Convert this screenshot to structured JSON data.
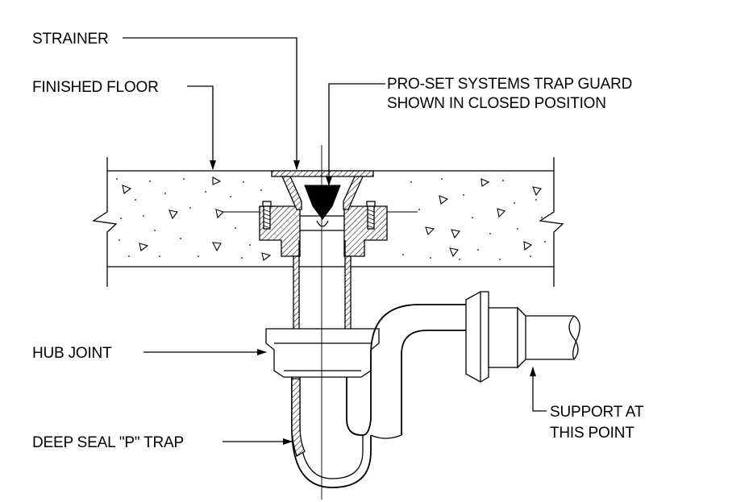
{
  "diagram": {
    "labels": {
      "strainer": "STRAINER",
      "finished_floor": "FINISHED FLOOR",
      "trap_guard_line1": "PRO-SET SYSTEMS TRAP GUARD",
      "trap_guard_line2": "SHOWN IN CLOSED POSITION",
      "hub_joint": "HUB JOINT",
      "p_trap": "DEEP SEAL \"P\" TRAP",
      "support_line1": "SUPPORT AT",
      "support_line2": "THIS POINT"
    }
  }
}
